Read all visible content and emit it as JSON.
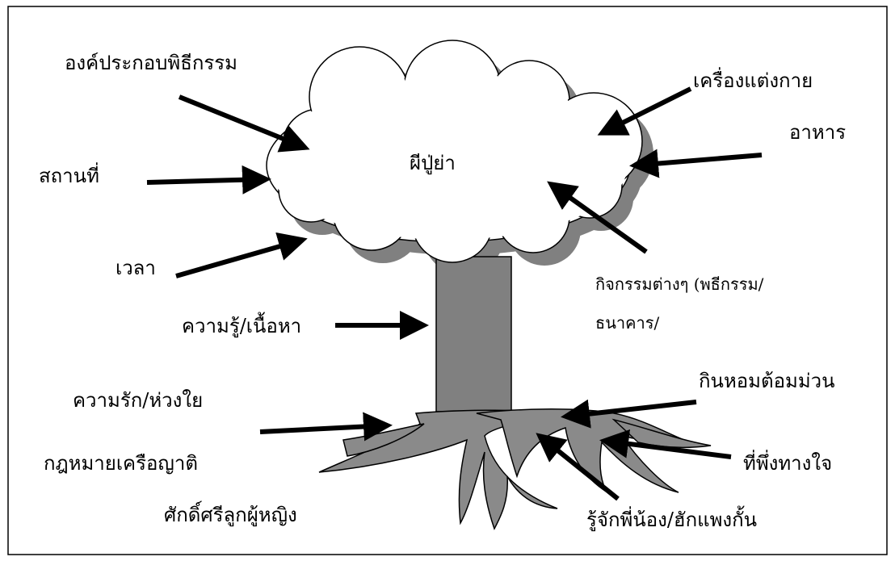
{
  "center_label": "ผีปู่ย่า",
  "labels": {
    "ritual_components": "องค์ประกอบพิธีกรรม",
    "place": "สถานที่",
    "time": "เวลา",
    "clothing": "เครื่องแต่งกาย",
    "food": "อาหาร",
    "activities_line1": "กิจกรรมต่างๆ (พธีกรรม/",
    "activities_line2": "ธนาคาร/",
    "knowledge": "ความรู้/เนื้อหา",
    "love_care": "ความรัก/ห่วงใย",
    "kinship_law": "กฎหมายเครือญาติ",
    "women_dignity": "ศักดิ์ศรีลูกผู้หญิง",
    "eat_together": "กินหอมต้อมม่วน",
    "spiritual_refuge": "ที่พึ่งทางใจ",
    "know_siblings": "รู้จักพี่น้อง/ฮักแพงกั้น"
  },
  "colors": {
    "shadow": "#808080",
    "trunk": "#808080",
    "roots": "#8a8a8a",
    "cloud": "#ffffff",
    "ink": "#000000"
  }
}
